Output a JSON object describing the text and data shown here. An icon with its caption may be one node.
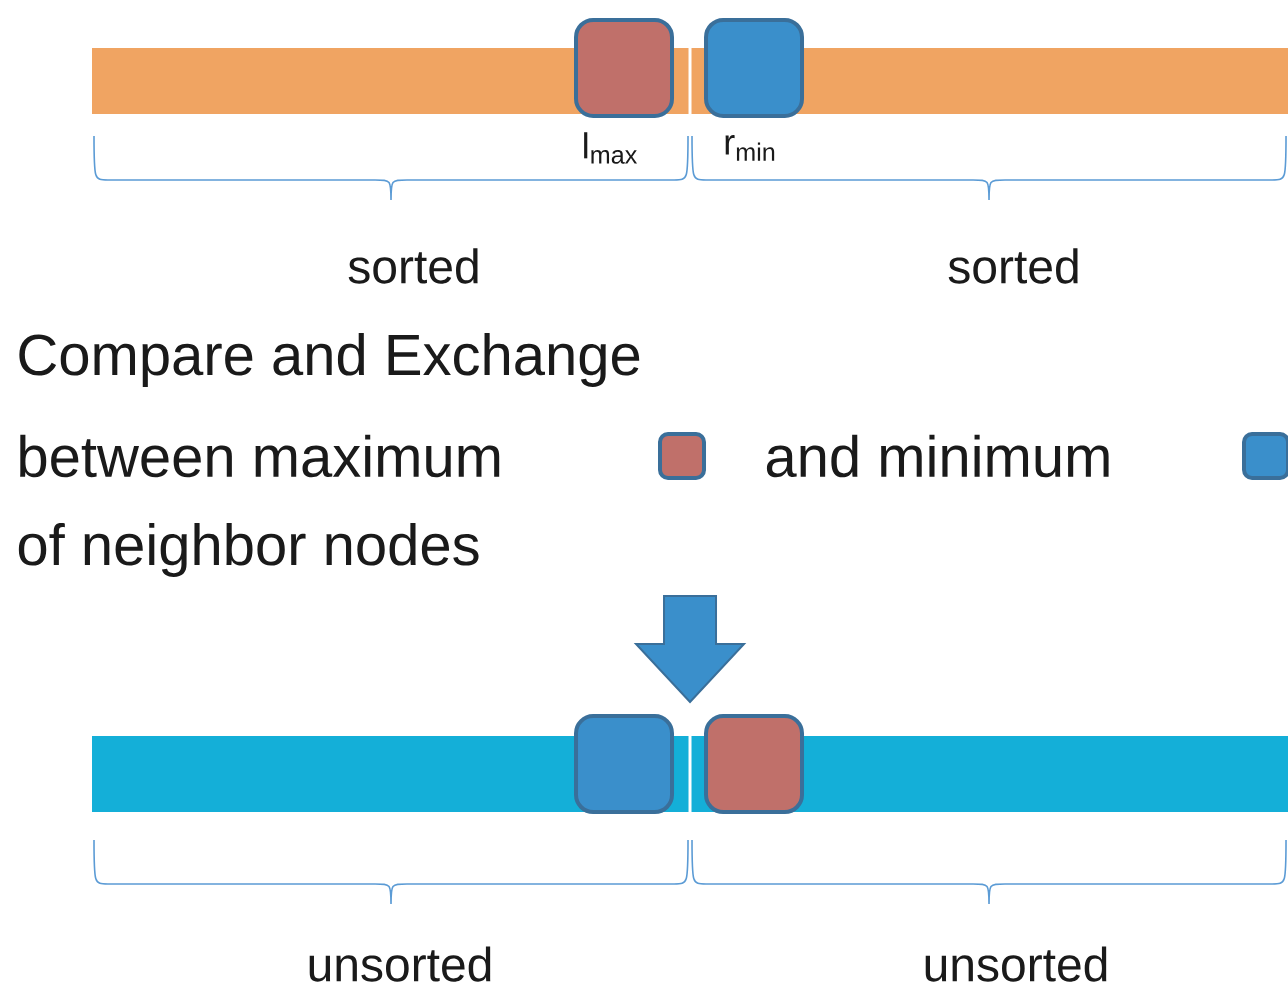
{
  "diagram": {
    "labels": [
      "l$_{max}$",
      "r$_{min}$",
      "sorted",
      "sorted",
      "Compare and Exchange",
      "between maximum",
      "and  minimum",
      "of neighbor nodes",
      "unsorted",
      "unsorted"
    ]
  }
}
